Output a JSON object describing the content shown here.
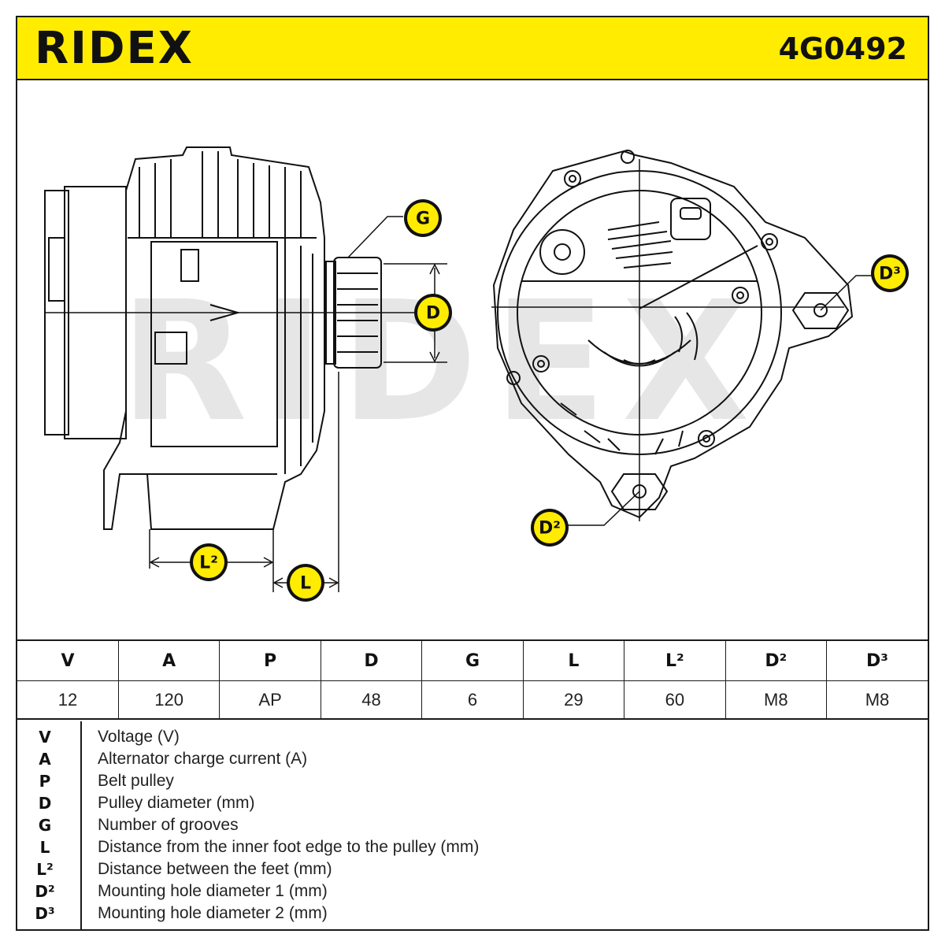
{
  "header": {
    "brand": "RIDEX",
    "part_number": "4G0492"
  },
  "diagram": {
    "labels": {
      "G": "G",
      "D": "D",
      "D3": "D³",
      "D2": "D²",
      "L2": "L²",
      "L": "L"
    },
    "watermark": "RIDEX",
    "colors": {
      "badge": "#ffec00",
      "line": "#111111",
      "watermark": "#e6e6e6"
    }
  },
  "spec_table": {
    "headers": [
      "V",
      "A",
      "P",
      "D",
      "G",
      "L",
      "L²",
      "D²",
      "D³"
    ],
    "values": [
      "12",
      "120",
      "AP",
      "48",
      "6",
      "29",
      "60",
      "M8",
      "M8"
    ]
  },
  "legend": [
    {
      "key": "V",
      "desc": "Voltage (V)"
    },
    {
      "key": "A",
      "desc": "Alternator charge current (A)"
    },
    {
      "key": "P",
      "desc": "Belt pulley"
    },
    {
      "key": "D",
      "desc": "Pulley diameter (mm)"
    },
    {
      "key": "G",
      "desc": "Number of grooves"
    },
    {
      "key": "L",
      "desc": "Distance from the inner foot edge to the pulley (mm)"
    },
    {
      "key": "L²",
      "desc": "Distance between the feet (mm)"
    },
    {
      "key": "D²",
      "desc": "Mounting hole diameter 1 (mm)"
    },
    {
      "key": "D³",
      "desc": "Mounting hole diameter 2 (mm)"
    }
  ]
}
